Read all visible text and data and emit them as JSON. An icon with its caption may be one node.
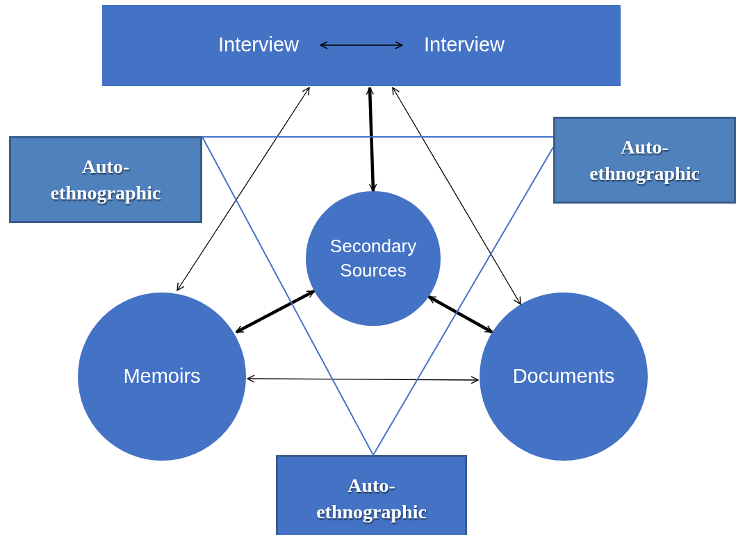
{
  "diagram": {
    "nodes": [
      {
        "text": [],
        "shape": "box"
      },
      {
        "text": [
          "Interview"
        ],
        "in": 0
      },
      {
        "text": [
          "Interview"
        ],
        "in": 0
      },
      {
        "text": [
          "Auto- ethnographic"
        ]
      },
      {
        "text": [
          "Auto- ethnographic"
        ]
      },
      {
        "text": [
          "Secondary Sources"
        ]
      },
      {
        "text": [
          "Memoirs"
        ]
      },
      {
        "text": [
          "Documents"
        ]
      },
      {
        "text": [
          "Auto- ethnographic"
        ]
      }
    ],
    "edges": [
      {
        "from": 1,
        "to": 2,
        "arrow": "both"
      },
      {
        "from": 0,
        "to": 6,
        "arrow": "both"
      },
      {
        "from": 0,
        "to": 5,
        "arrow": "both",
        "style": "thick"
      },
      {
        "from": 0,
        "to": 7,
        "arrow": "both"
      },
      {
        "from": 6,
        "to": 5,
        "arrow": "both",
        "style": "thick"
      },
      {
        "from": 7,
        "to": 5,
        "arrow": "both",
        "style": "thick"
      },
      {
        "from": 6,
        "to": 7,
        "arrow": "both"
      },
      {
        "from": 3,
        "to": 4,
        "arrow": "none",
        "color": "#4472c4"
      },
      {
        "from": 3,
        "to": 8,
        "arrow": "none",
        "color": "#4472c4"
      },
      {
        "from": 4,
        "to": 8,
        "arrow": "none",
        "color": "#4472c4"
      }
    ]
  }
}
